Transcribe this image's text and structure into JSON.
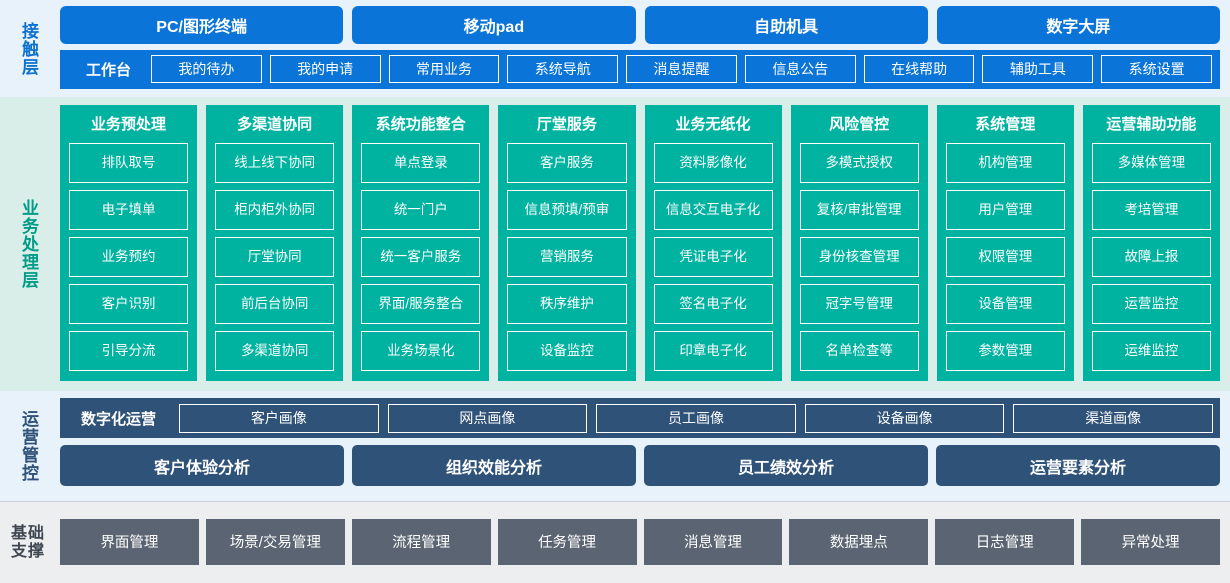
{
  "layers": {
    "touch": {
      "label": "接触层",
      "channels": [
        "PC/图形终端",
        "移动pad",
        "自助机具",
        "数字大屏"
      ],
      "workbench_title": "工作台",
      "workbench_items": [
        "我的待办",
        "我的申请",
        "常用业务",
        "系统导航",
        "消息提醒",
        "信息公告",
        "在线帮助",
        "辅助工具",
        "系统设置"
      ],
      "accent": "#0b74d8",
      "background": "#e8f2fb"
    },
    "business": {
      "label": "业务处理层",
      "accent": "#00b3a0",
      "background": "#daeee9",
      "columns": [
        {
          "title": "业务预处理",
          "items": [
            "排队取号",
            "电子填单",
            "业务预约",
            "客户识别",
            "引导分流"
          ]
        },
        {
          "title": "多渠道协同",
          "items": [
            "线上线下协同",
            "柜内柜外协同",
            "厅堂协同",
            "前后台协同",
            "多渠道协同"
          ]
        },
        {
          "title": "系统功能整合",
          "items": [
            "单点登录",
            "统一门户",
            "统一客户服务",
            "界面/服务整合",
            "业务场景化"
          ]
        },
        {
          "title": "厅堂服务",
          "items": [
            "客户服务",
            "信息预填/预审",
            "营销服务",
            "秩序维护",
            "设备监控"
          ]
        },
        {
          "title": "业务无纸化",
          "items": [
            "资料影像化",
            "信息交互电子化",
            "凭证电子化",
            "签名电子化",
            "印章电子化"
          ]
        },
        {
          "title": "风险管控",
          "items": [
            "多模式授权",
            "复核/审批管理",
            "身份核查管理",
            "冠字号管理",
            "名单检查等"
          ]
        },
        {
          "title": "系统管理",
          "items": [
            "机构管理",
            "用户管理",
            "权限管理",
            "设备管理",
            "参数管理"
          ]
        },
        {
          "title": "运营辅助功能",
          "items": [
            "多媒体管理",
            "考培管理",
            "故障上报",
            "运营监控",
            "运维监控"
          ]
        }
      ]
    },
    "operations": {
      "label": "运营管控",
      "accent": "#2f5279",
      "background": "#e8f2fb",
      "digital_title": "数字化运营",
      "portraits": [
        "客户画像",
        "网点画像",
        "员工画像",
        "设备画像",
        "渠道画像"
      ],
      "analyses": [
        "客户体验分析",
        "组织效能分析",
        "员工绩效分析",
        "运营要素分析"
      ]
    },
    "foundation": {
      "label_line1": "基础",
      "label_line2": "支撑",
      "accent": "#5b6472",
      "background": "#eceef0",
      "items": [
        "界面管理",
        "场景/交易管理",
        "流程管理",
        "任务管理",
        "消息管理",
        "数据埋点",
        "日志管理",
        "异常处理"
      ]
    }
  }
}
